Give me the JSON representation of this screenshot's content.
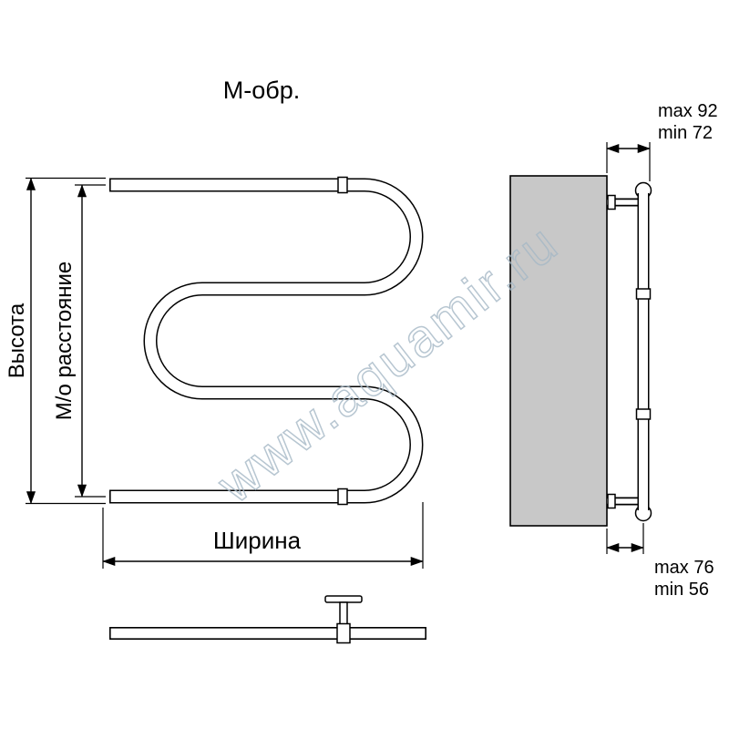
{
  "title": "М-обр.",
  "watermark": "www.aquamir.ru",
  "front_view": {
    "height_label": "Высота",
    "axial_label": "М/о расстояние",
    "width_label": "Ширина"
  },
  "side_view": {
    "top_max": "max 92",
    "top_min": "min 72",
    "bottom_max": "max 76",
    "bottom_min": "min 56"
  },
  "colors": {
    "line": "#000000",
    "wall_fill": "#c8c8c8",
    "watermark": "#a6b8c6",
    "background": "#ffffff"
  }
}
